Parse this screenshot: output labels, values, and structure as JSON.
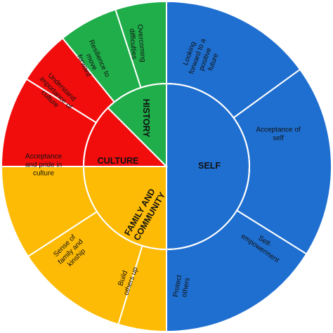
{
  "diagram": {
    "colors": {
      "self": "#1f6fd0",
      "family": "#fdbb05",
      "culture": "#f20d0d",
      "history": "#1fae4a",
      "separator": "#ffffff"
    },
    "inner": [
      {
        "id": "self",
        "label": "SELF",
        "color_key": "self"
      },
      {
        "id": "family",
        "label": "FAMILY AND COMMUNITY",
        "color_key": "family"
      },
      {
        "id": "culture",
        "label": "CULTURE",
        "color_key": "culture"
      },
      {
        "id": "history",
        "label": "HISTORY",
        "color_key": "history"
      }
    ],
    "outer": [
      {
        "id": "looking-forward",
        "group": "self",
        "label": "Looking forward to a positive future"
      },
      {
        "id": "acceptance-self",
        "group": "self",
        "label": "Acceptance of self"
      },
      {
        "id": "self-empowerment",
        "group": "self",
        "label": "Self-empowerment"
      },
      {
        "id": "protect-others",
        "group": "family",
        "label": "Protect others"
      },
      {
        "id": "build-others-up",
        "group": "family",
        "label": "Build others up"
      },
      {
        "id": "sense-family-kinship",
        "group": "family",
        "label": "Sense of family and kinship"
      },
      {
        "id": "acceptance-pride-culture",
        "group": "culture",
        "label": "Acceptance and pride in culture"
      },
      {
        "id": "understand-culture",
        "group": "culture",
        "label": "Understand importance of culture"
      },
      {
        "id": "resilience",
        "group": "history",
        "label": "Resilience to move forward"
      },
      {
        "id": "overcoming-difficulties",
        "group": "history",
        "label": "Overcoming difficulties"
      }
    ]
  }
}
